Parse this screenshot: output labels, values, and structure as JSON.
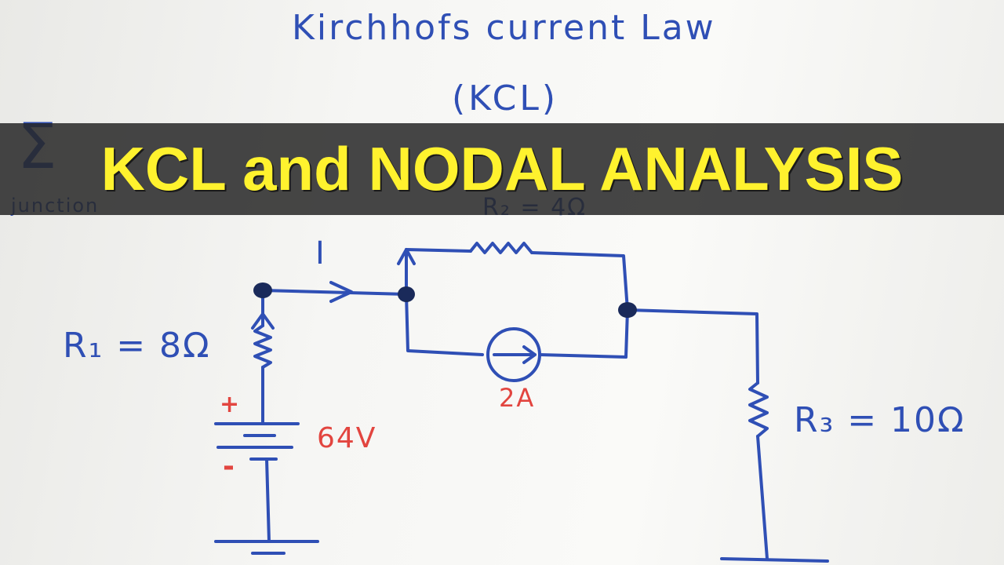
{
  "title": {
    "line1": "Kirchhofs current Law",
    "line2": "(KCL)"
  },
  "formula": {
    "sigma": "Σ",
    "subscript": "junction"
  },
  "banner": {
    "text": "KCL and NODAL ANALYSIS"
  },
  "circuit": {
    "r1_label": "R₁ = 8Ω",
    "r2_label": "R₂ = 4Ω",
    "r3_label": "R₃ = 10Ω",
    "current_label": "I",
    "source_current_label": "2A",
    "battery_label": "64V",
    "battery_plus": "+",
    "battery_minus": "-"
  },
  "colors": {
    "ink_blue": "#2f4fb5",
    "ink_red": "#e2453f",
    "banner_text": "#fff22e"
  }
}
